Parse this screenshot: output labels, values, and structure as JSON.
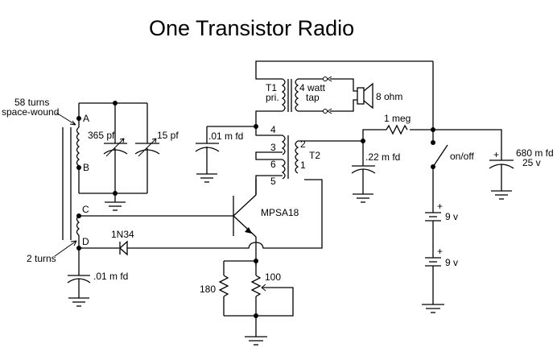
{
  "title": "One Transistor Radio",
  "antenna": {
    "coil_label_line1": "58 turns",
    "coil_label_line2": "space-wound",
    "coupling_label": "2 turns",
    "taps": [
      "A",
      "B",
      "C",
      "D"
    ]
  },
  "tuning": {
    "main_cap": "365 pf",
    "trim_cap": "15 pf"
  },
  "detector": {
    "diode": "1N34",
    "bypass_cap": ".01 m fd"
  },
  "transistor": {
    "part": "MPSA18"
  },
  "emitter": {
    "fixed_resistor": "180",
    "variable_resistor": "100"
  },
  "output": {
    "t1_line1": "T1",
    "t1_line2": "pri.",
    "tap_line1": "4 watt",
    "tap_line2": "tap",
    "speaker": "8 ohm",
    "collector_cap": ".01 m fd"
  },
  "t2": {
    "name": "T2",
    "pins": [
      "4",
      "3",
      "6",
      "5",
      "2",
      "1"
    ]
  },
  "bias": {
    "resistor": "1 meg",
    "cap": ".22 m fd"
  },
  "power": {
    "switch": "on/off",
    "filter_cap_line1": "680 m fd",
    "filter_cap_line2": "25 v",
    "battery1": "9 v",
    "battery2": "9 v",
    "plus": "+"
  }
}
